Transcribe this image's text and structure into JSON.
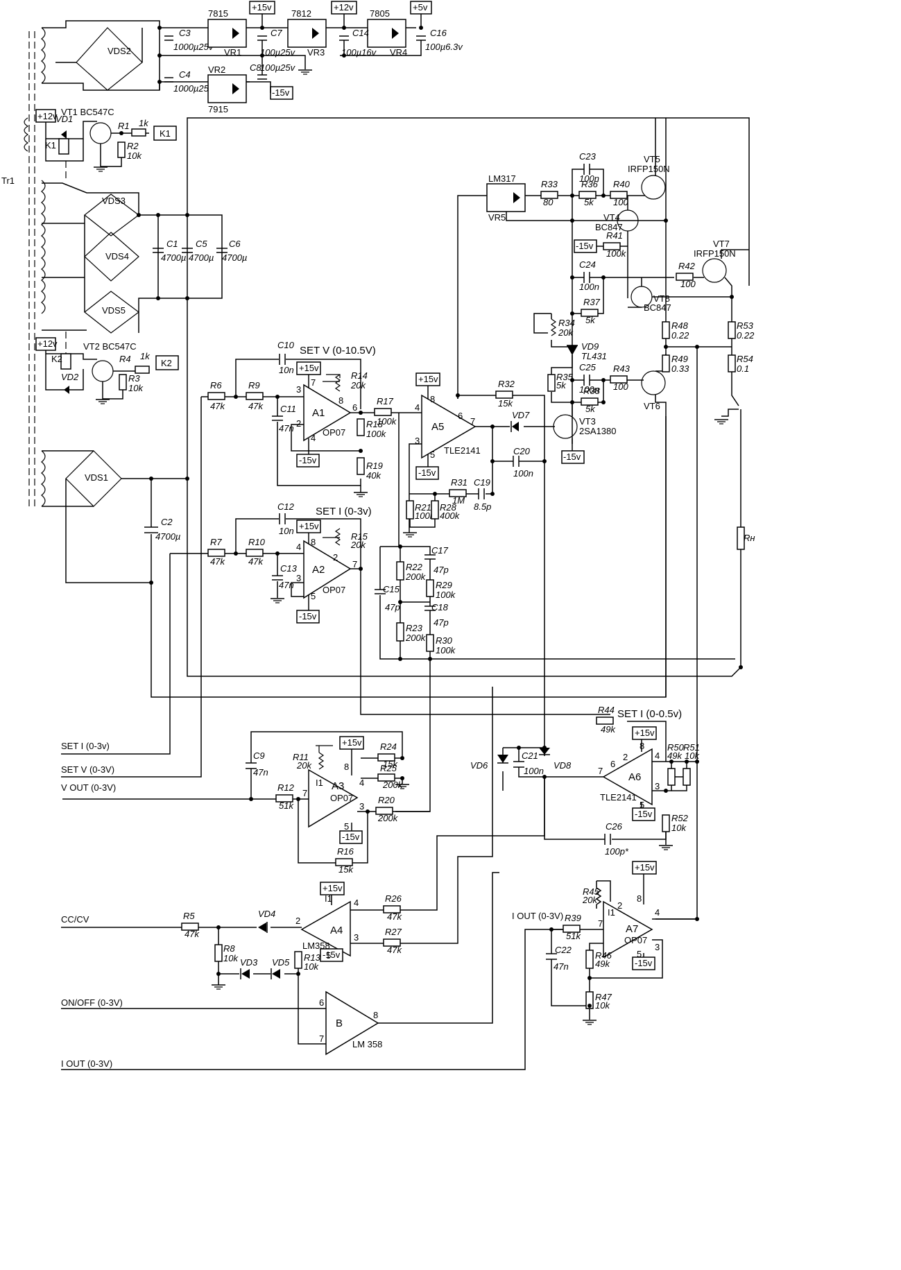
{
  "rails": {
    "p15": "+15v",
    "p12": "+12v",
    "p5": "+5v",
    "m15": "-15v"
  },
  "regulators": [
    {
      "part": "7815",
      "ref": "VR1"
    },
    {
      "part": "7812",
      "ref": "VR3"
    },
    {
      "part": "7805",
      "ref": "VR4"
    },
    {
      "part": "7915",
      "ref": "VR2"
    },
    {
      "part": "LM317",
      "ref": "VR5"
    }
  ],
  "caps": {
    "c3": {
      "ref": "C3",
      "val": "1000µ25v"
    },
    "c4": {
      "ref": "C4",
      "val": "1000µ25v"
    },
    "c7": {
      "ref": "C7",
      "val": "100µ25v"
    },
    "c8": {
      "ref": "C8",
      "val": "100µ25v"
    },
    "c14": {
      "ref": "C14",
      "val": "100µ16v"
    },
    "c16": {
      "ref": "C16",
      "val": "100µ6.3v"
    },
    "c1": {
      "ref": "C1",
      "val": "4700µ"
    },
    "c5": {
      "ref": "C5",
      "val": "4700µ"
    },
    "c6": {
      "ref": "C6",
      "val": "4700µ"
    },
    "c2": {
      "ref": "C2",
      "val": "4700µ"
    },
    "c10": {
      "ref": "C10",
      "val": "10n"
    },
    "c11": {
      "ref": "C11",
      "val": "47n"
    },
    "c12": {
      "ref": "C12",
      "val": "10n"
    },
    "c13": {
      "ref": "C13",
      "val": "47n"
    },
    "c9": {
      "ref": "C9",
      "val": "47n"
    },
    "c15": {
      "ref": "C15",
      "val": "47p"
    },
    "c17": {
      "ref": "C17",
      "val": "47p"
    },
    "c18": {
      "ref": "C18",
      "val": "47p"
    },
    "c19": {
      "ref": "C19",
      "val": "8.5p"
    },
    "c20": {
      "ref": "C20",
      "val": "100n"
    },
    "c21": {
      "ref": "C21",
      "val": "100n"
    },
    "c22": {
      "ref": "C22",
      "val": "47n"
    },
    "c23": {
      "ref": "C23",
      "val": "100n"
    },
    "c24": {
      "ref": "C24",
      "val": "100n"
    },
    "c25": {
      "ref": "C25",
      "val": "100n"
    },
    "c26": {
      "ref": "C26",
      "val": "100p*"
    }
  },
  "res": {
    "r1": {
      "ref": "R1",
      "val": "1k"
    },
    "r2": {
      "ref": "R2",
      "val": "10k"
    },
    "r3": {
      "ref": "R3",
      "val": "10k"
    },
    "r4": {
      "ref": "R4",
      "val": "1k"
    },
    "r5": {
      "ref": "R5",
      "val": "47k"
    },
    "r6": {
      "ref": "R6",
      "val": "47k"
    },
    "r7": {
      "ref": "R7",
      "val": "47k"
    },
    "r8": {
      "ref": "R8",
      "val": "10k"
    },
    "r9": {
      "ref": "R9",
      "val": "47k"
    },
    "r10": {
      "ref": "R10",
      "val": "47k"
    },
    "r11": {
      "ref": "R11",
      "val": "20k"
    },
    "r12": {
      "ref": "R12",
      "val": "51k"
    },
    "r13": {
      "ref": "R13",
      "val": "10k"
    },
    "r14": {
      "ref": "R14",
      "val": "20k"
    },
    "r15": {
      "ref": "R15",
      "val": "20k"
    },
    "r16": {
      "ref": "R16",
      "val": "15k"
    },
    "r17": {
      "ref": "R17",
      "val": "100k"
    },
    "r18": {
      "ref": "R18",
      "val": "100k"
    },
    "r19": {
      "ref": "R19",
      "val": "40k"
    },
    "r20": {
      "ref": "R20",
      "val": "200k"
    },
    "r21": {
      "ref": "R21",
      "val": "100k"
    },
    "r22": {
      "ref": "R22",
      "val": "200k"
    },
    "r23": {
      "ref": "R23",
      "val": "200k"
    },
    "r24": {
      "ref": "R24",
      "val": "15k"
    },
    "r25": {
      "ref": "R25",
      "val": "200k"
    },
    "r26": {
      "ref": "R26",
      "val": "47k"
    },
    "r27": {
      "ref": "R27",
      "val": "47k"
    },
    "r28": {
      "ref": "R28",
      "val": "400k"
    },
    "r29": {
      "ref": "R29",
      "val": "100k"
    },
    "r30": {
      "ref": "R30",
      "val": "100k"
    },
    "r31": {
      "ref": "R31",
      "val": "1M"
    },
    "r32": {
      "ref": "R32",
      "val": "15k"
    },
    "r33": {
      "ref": "R33",
      "val": "80"
    },
    "r34": {
      "ref": "R34",
      "val": "20k"
    },
    "r35": {
      "ref": "R35",
      "val": "5k"
    },
    "r36": {
      "ref": "R36",
      "val": "5k"
    },
    "r37": {
      "ref": "R37",
      "val": "5k"
    },
    "r38": {
      "ref": "R38",
      "val": "5k"
    },
    "r39": {
      "ref": "R39",
      "val": "51k"
    },
    "r40": {
      "ref": "R40",
      "val": "100"
    },
    "r41": {
      "ref": "R41",
      "val": "100k"
    },
    "r42": {
      "ref": "R42",
      "val": "100"
    },
    "r43": {
      "ref": "R43",
      "val": "100"
    },
    "r44": {
      "ref": "R44",
      "val": "49k"
    },
    "r45": {
      "ref": "R45",
      "val": "20k"
    },
    "r46": {
      "ref": "R46",
      "val": "49k"
    },
    "r47": {
      "ref": "R47",
      "val": "10k"
    },
    "r48": {
      "ref": "R48",
      "val": "0.22"
    },
    "r49": {
      "ref": "R49",
      "val": "0.33"
    },
    "r50": {
      "ref": "R50",
      "val": "49k"
    },
    "r51": {
      "ref": "R51",
      "val": "10k"
    },
    "r52": {
      "ref": "R52",
      "val": "10k"
    },
    "r53": {
      "ref": "R53",
      "val": "0.22"
    },
    "r54": {
      "ref": "R54",
      "val": "0.1"
    },
    "rh": {
      "ref": "Rн"
    }
  },
  "opamps": {
    "a1": {
      "ref": "A1",
      "part": "OP07"
    },
    "a2": {
      "ref": "A2",
      "part": "OP07"
    },
    "a3": {
      "ref": "A3",
      "part": "OP07"
    },
    "a4": {
      "ref": "A4",
      "part": "LM358"
    },
    "a5": {
      "ref": "A5",
      "part": "TLE2141"
    },
    "a6": {
      "ref": "A6",
      "part": "TLE2141"
    },
    "a7": {
      "ref": "A7",
      "part": "OP07"
    },
    "b": {
      "ref": "B",
      "part": "LM 358"
    }
  },
  "semis": {
    "vt1": "VT1 BC547C",
    "vt2": "VT2 BC547C",
    "vt3": "VT3",
    "vt3p": "2SA1380",
    "vt4": "VT4",
    "vt4p": "BC847",
    "vt5": "VT5",
    "vt5p": "IRFP150N",
    "vt6": "VT6",
    "vt7": "VT7",
    "vt7p": "IRFP150N",
    "vt8": "VT8",
    "vt8p": "BC847",
    "vd1": "VD1",
    "vd2": "VD2",
    "vd3": "VD3",
    "vd4": "VD4",
    "vd5": "VD5",
    "vd6": "VD6",
    "vd7": "VD7",
    "vd8": "VD8",
    "vd9": "VD9",
    "vd9p": "TL431",
    "vds1": "VDS1",
    "vds2": "VDS2",
    "vds3": "VDS3",
    "vds4": "VDS4",
    "vds5": "VDS5",
    "k1": "K1",
    "k2": "K2",
    "tr1": "Tr1"
  },
  "labels": {
    "set_v_title": "SET V (0-10.5V)",
    "set_i_title": "SET I (0-3v)",
    "set_i_05": "SET I (0-0.5v)",
    "in_set_i": "SET I (0-3v)",
    "in_set_v": "SET V (0-3V)",
    "in_v_out": "V OUT (0-3V)",
    "in_cccv": "CC/CV",
    "in_onoff": "ON/OFF (0-3V)",
    "in_i_out": "I OUT (0-3V)",
    "i_out_a7": "I OUT (0-3V)"
  },
  "pins": [
    "1",
    "2",
    "3",
    "4",
    "5",
    "6",
    "7",
    "8",
    "I1"
  ]
}
